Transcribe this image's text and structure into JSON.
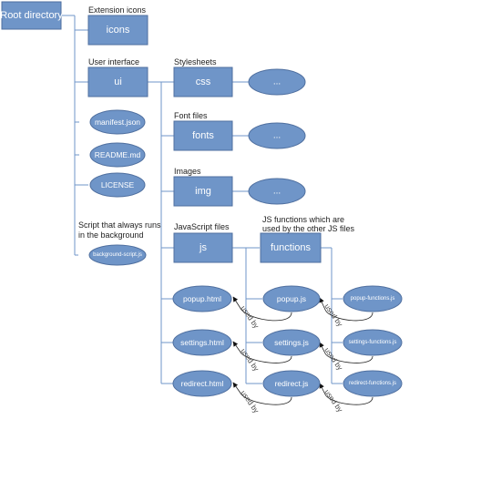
{
  "nodes": {
    "root": "Root directory",
    "icons": "icons",
    "ui": "ui",
    "css": "css",
    "css_more": "...",
    "fonts": "fonts",
    "fonts_more": "...",
    "img": "img",
    "img_more": "...",
    "js": "js",
    "functions": "functions",
    "manifest": "manifest.json",
    "readme": "README.md",
    "license": "LICENSE",
    "background": "background-script.js",
    "popup_html": "popup.html",
    "settings_html": "settings.html",
    "redirect_html": "redirect.html",
    "popup_js": "popup.js",
    "settings_js": "settings.js",
    "redirect_js": "redirect.js",
    "popup_functions": "popup-functions.js",
    "settings_functions": "settings-functions.js",
    "redirect_functions": "redirect-functions.js"
  },
  "captions": {
    "icons": "Extension icons",
    "ui": "User interface",
    "css": "Stylesheets",
    "fonts": "Font files",
    "img": "Images",
    "js": "JavaScript files",
    "functions_line1": "JS functions which are",
    "functions_line2": "used by the other JS files",
    "background_line1": "Script that always runs",
    "background_line2": "in the background"
  },
  "edge_label": "used by",
  "colors": {
    "node_fill": "#6f95c8",
    "node_stroke": "#4f6f9f",
    "tree_line": "#6f95c8",
    "arrow": "#222222"
  }
}
